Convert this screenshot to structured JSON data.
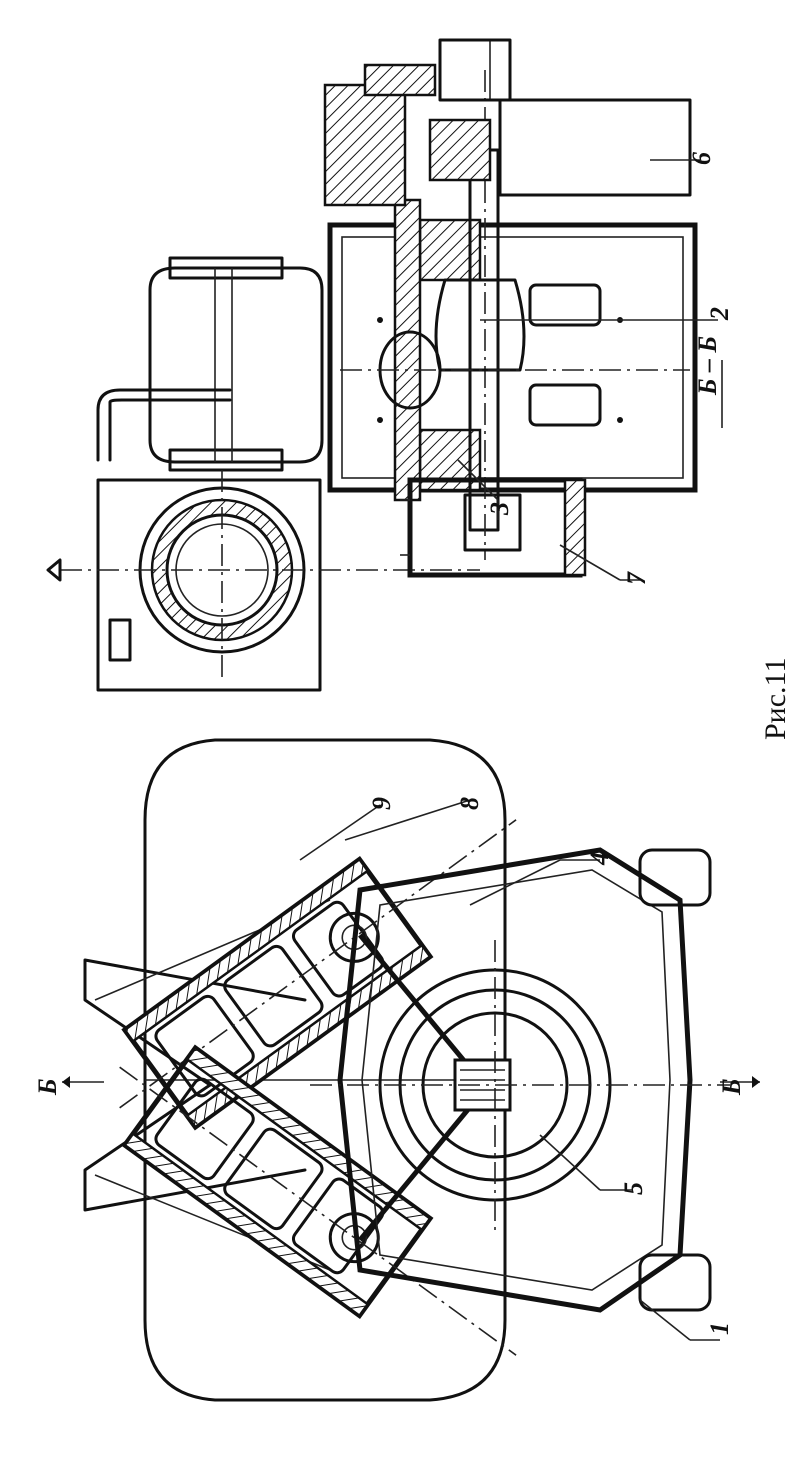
{
  "figure": {
    "caption": "Рис.11",
    "section_title": "Б – Б",
    "section_mark_top": "Б",
    "section_mark_bottom": "Б"
  },
  "labels": [
    {
      "id": "1",
      "text": "1"
    },
    {
      "id": "2",
      "text": "2"
    },
    {
      "id": "3",
      "text": "3"
    },
    {
      "id": "4",
      "text": "4"
    },
    {
      "id": "5",
      "text": "5"
    },
    {
      "id": "6",
      "text": "6"
    },
    {
      "id": "7",
      "text": "7"
    },
    {
      "id": "8",
      "text": "8"
    },
    {
      "id": "9",
      "text": "9"
    }
  ],
  "colors": {
    "ink": "#111111",
    "paper": "#ffffff"
  }
}
